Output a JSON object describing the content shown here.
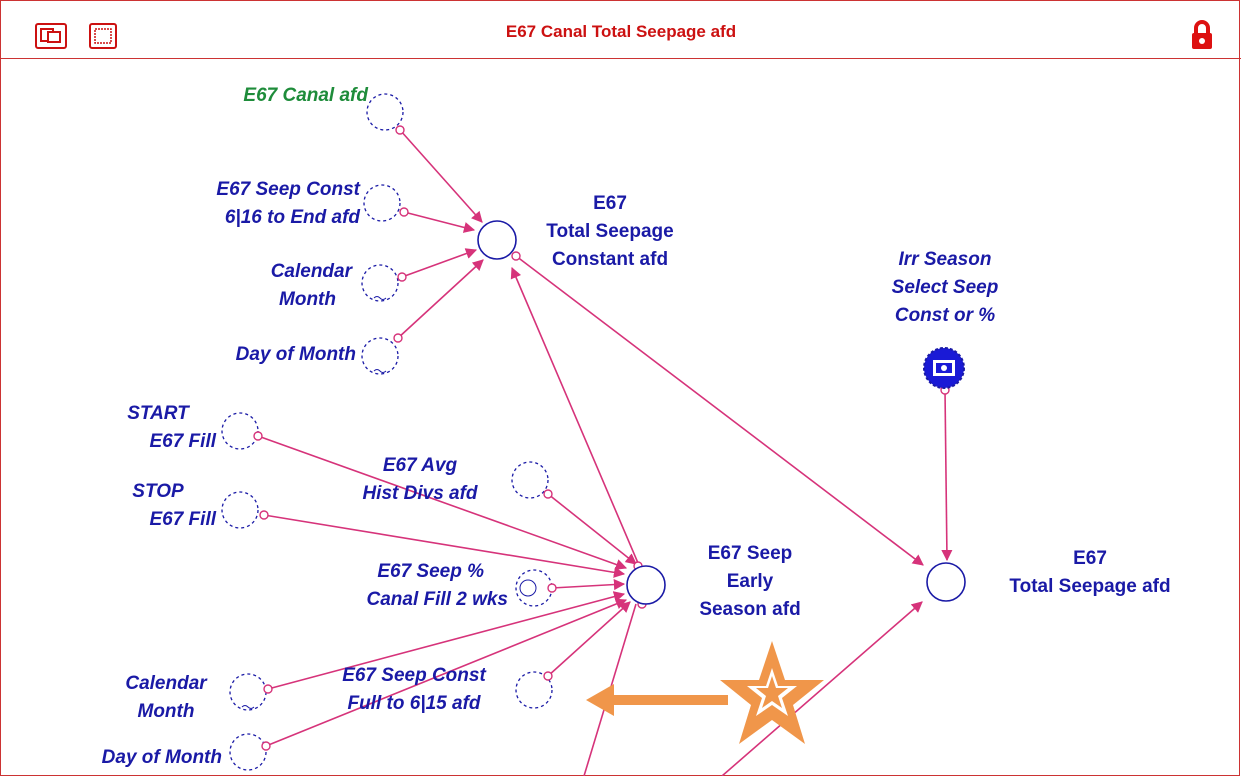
{
  "window": {
    "title": "E67 Canal Total Seepage afd"
  },
  "toolbar": {
    "icons": [
      "windows-icon",
      "frame-icon",
      "lock-icon"
    ],
    "accent": "#cc1111"
  },
  "nodes": {
    "canal_afd": "E67 Canal afd",
    "seep_const_end": [
      "E67 Seep Const",
      "6|16 to End afd"
    ],
    "cal_month_top": [
      "Calendar",
      "Month"
    ],
    "day_month_top": "Day of Month",
    "total_const": [
      "E67",
      "Total Seepage",
      "Constant afd"
    ],
    "irr_select": [
      "Irr Season",
      "Select Seep",
      "Const or %"
    ],
    "start_fill": [
      "START",
      "E67 Fill"
    ],
    "stop_fill": [
      "STOP",
      "E67 Fill"
    ],
    "avg_hist": [
      "E67 Avg",
      "Hist Divs afd"
    ],
    "seep_pct": [
      "E67 Seep %",
      "Canal Fill 2 wks"
    ],
    "early_season": [
      "E67 Seep",
      "Early",
      "Season afd"
    ],
    "total_seepage": [
      "E67",
      "Total Seepage afd"
    ],
    "cal_month_bottom": [
      "Calendar",
      "Month"
    ],
    "seep_const_full": [
      "E67 Seep Const",
      "Full to 6|15 afd"
    ],
    "day_month_bottom": "Day of Month"
  },
  "colors": {
    "link": "#d6337a",
    "node_text": "#1a1aa6",
    "green_text": "#1e8c3a",
    "annotation": "#f0964a"
  }
}
